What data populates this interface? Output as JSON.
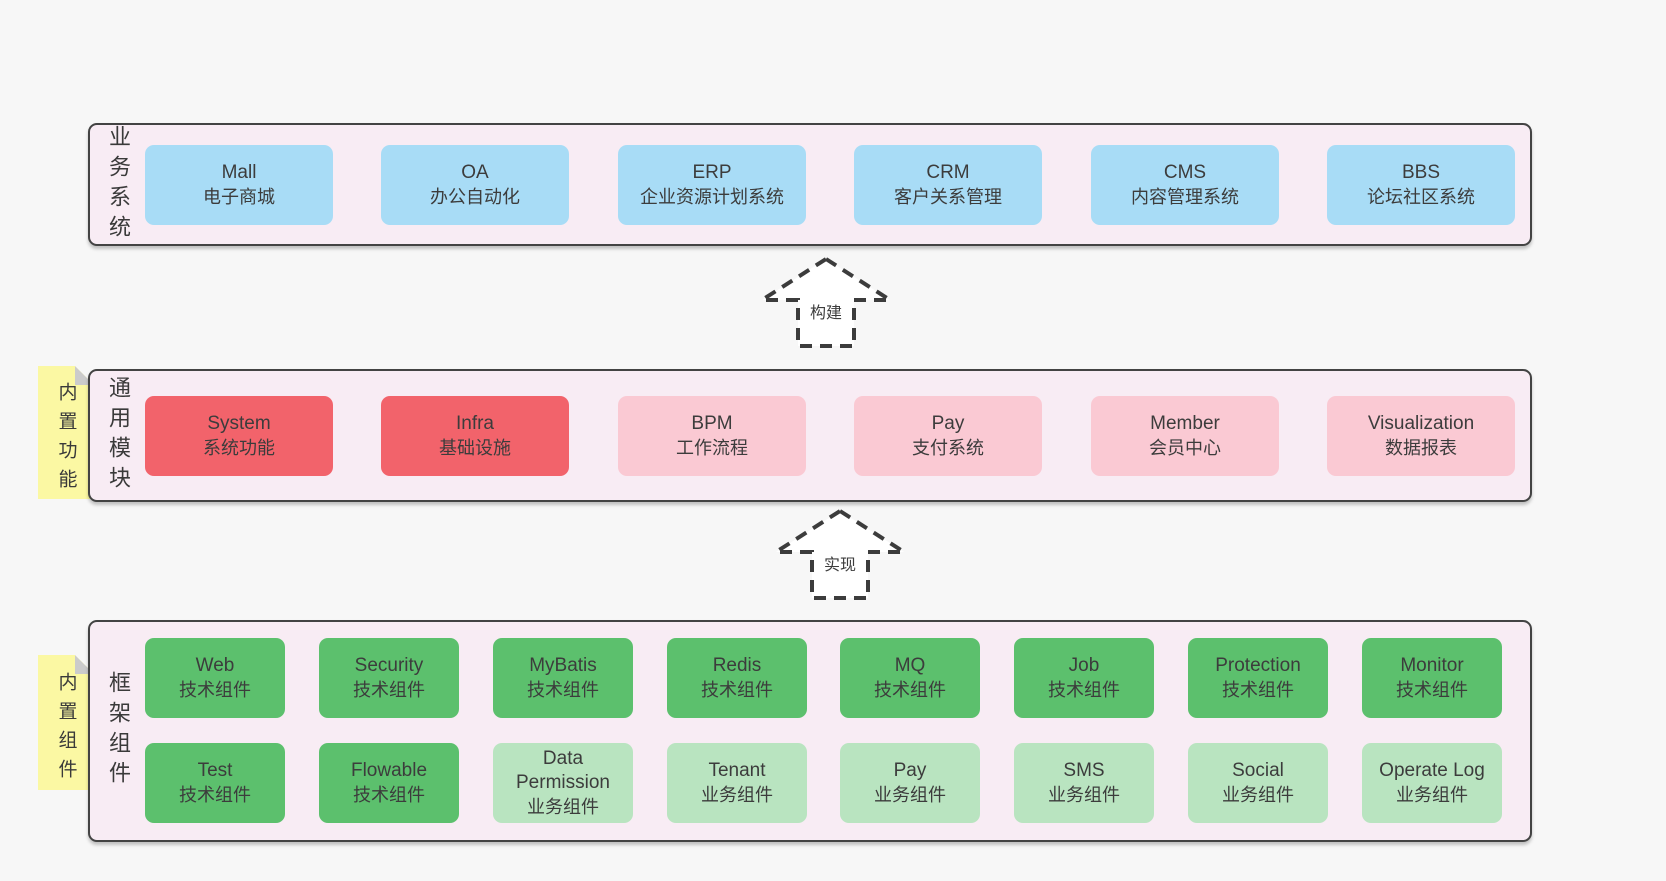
{
  "colors": {
    "page_bg": "#f7f7f7",
    "band_bg": "#f8ecf4",
    "band_border": "#434343",
    "blue_box": "#a8dcf6",
    "red_box": "#f2636b",
    "pink_box": "#fac9d3",
    "green_dark_box": "#5cc06d",
    "green_light_box": "#b9e4c0",
    "sticky_yellow": "#fbf8a3",
    "sticky_fold_gray": "#cbcbcb",
    "text": "#3c3c3c"
  },
  "arrows": [
    {
      "label": "构建"
    },
    {
      "label": "实现"
    }
  ],
  "bands": [
    {
      "label": "业务系统",
      "boxes": [
        {
          "en": "Mall",
          "zh": "电子商城"
        },
        {
          "en": "OA",
          "zh": "办公自动化"
        },
        {
          "en": "ERP",
          "zh": "企业资源计划系统"
        },
        {
          "en": "CRM",
          "zh": "客户关系管理"
        },
        {
          "en": "CMS",
          "zh": "内容管理系统"
        },
        {
          "en": "BBS",
          "zh": "论坛社区系统"
        }
      ]
    },
    {
      "label": "通用模块",
      "sticky": "内置功能",
      "boxes": [
        {
          "en": "System",
          "zh": "系统功能"
        },
        {
          "en": "Infra",
          "zh": "基础设施"
        },
        {
          "en": "BPM",
          "zh": "工作流程"
        },
        {
          "en": "Pay",
          "zh": "支付系统"
        },
        {
          "en": "Member",
          "zh": "会员中心"
        },
        {
          "en": "Visualization",
          "zh": "数据报表"
        }
      ]
    },
    {
      "label": "框架组件",
      "sticky": "内置组件",
      "rows": [
        [
          {
            "en": "Web",
            "zh": "技术组件"
          },
          {
            "en": "Security",
            "zh": "技术组件"
          },
          {
            "en": "MyBatis",
            "zh": "技术组件"
          },
          {
            "en": "Redis",
            "zh": "技术组件"
          },
          {
            "en": "MQ",
            "zh": "技术组件"
          },
          {
            "en": "Job",
            "zh": "技术组件"
          },
          {
            "en": "Protection",
            "zh": "技术组件"
          },
          {
            "en": "Monitor",
            "zh": "技术组件"
          }
        ],
        [
          {
            "en": "Test",
            "zh": "技术组件"
          },
          {
            "en": "Flowable",
            "zh": "技术组件"
          },
          {
            "en": "Data Permission",
            "zh": "业务组件"
          },
          {
            "en": "Tenant",
            "zh": "业务组件"
          },
          {
            "en": "Pay",
            "zh": "业务组件"
          },
          {
            "en": "SMS",
            "zh": "业务组件"
          },
          {
            "en": "Social",
            "zh": "业务组件"
          },
          {
            "en": "Operate Log",
            "zh": "业务组件"
          }
        ]
      ]
    }
  ]
}
